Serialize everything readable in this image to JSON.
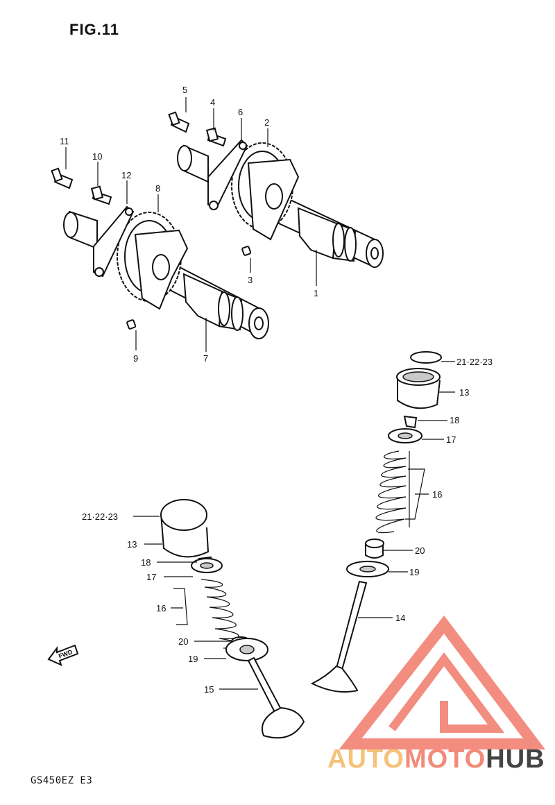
{
  "figure_title": "FIG.11",
  "model_code": "GS450EZ E3",
  "fwd_label": "FWD",
  "watermark": {
    "part1": "AUTO",
    "part2": "MOTO",
    "part3": "HUB",
    "color1": "#f6c27a",
    "color2": "#f28b7a",
    "color3": "#444444",
    "logo_color": "#f07a6a"
  },
  "callouts": {
    "c1": "1",
    "c2": "2",
    "c3": "3",
    "c4": "4",
    "c5": "5",
    "c6": "6",
    "c7": "7",
    "c8": "8",
    "c9": "9",
    "c10": "10",
    "c11": "11",
    "c12": "12",
    "r_shim": "21·22·23",
    "r_tappet": "13",
    "r_cotter": "18",
    "r_retainer": "17",
    "r_spring": "16",
    "r_seal": "20",
    "r_seat": "19",
    "r_valve": "14",
    "l_shim": "21·22·23",
    "l_tappet": "13",
    "l_cotter": "18",
    "l_retainer": "17",
    "l_spring": "16",
    "l_seal": "20",
    "l_seat": "19",
    "l_valve": "15"
  }
}
